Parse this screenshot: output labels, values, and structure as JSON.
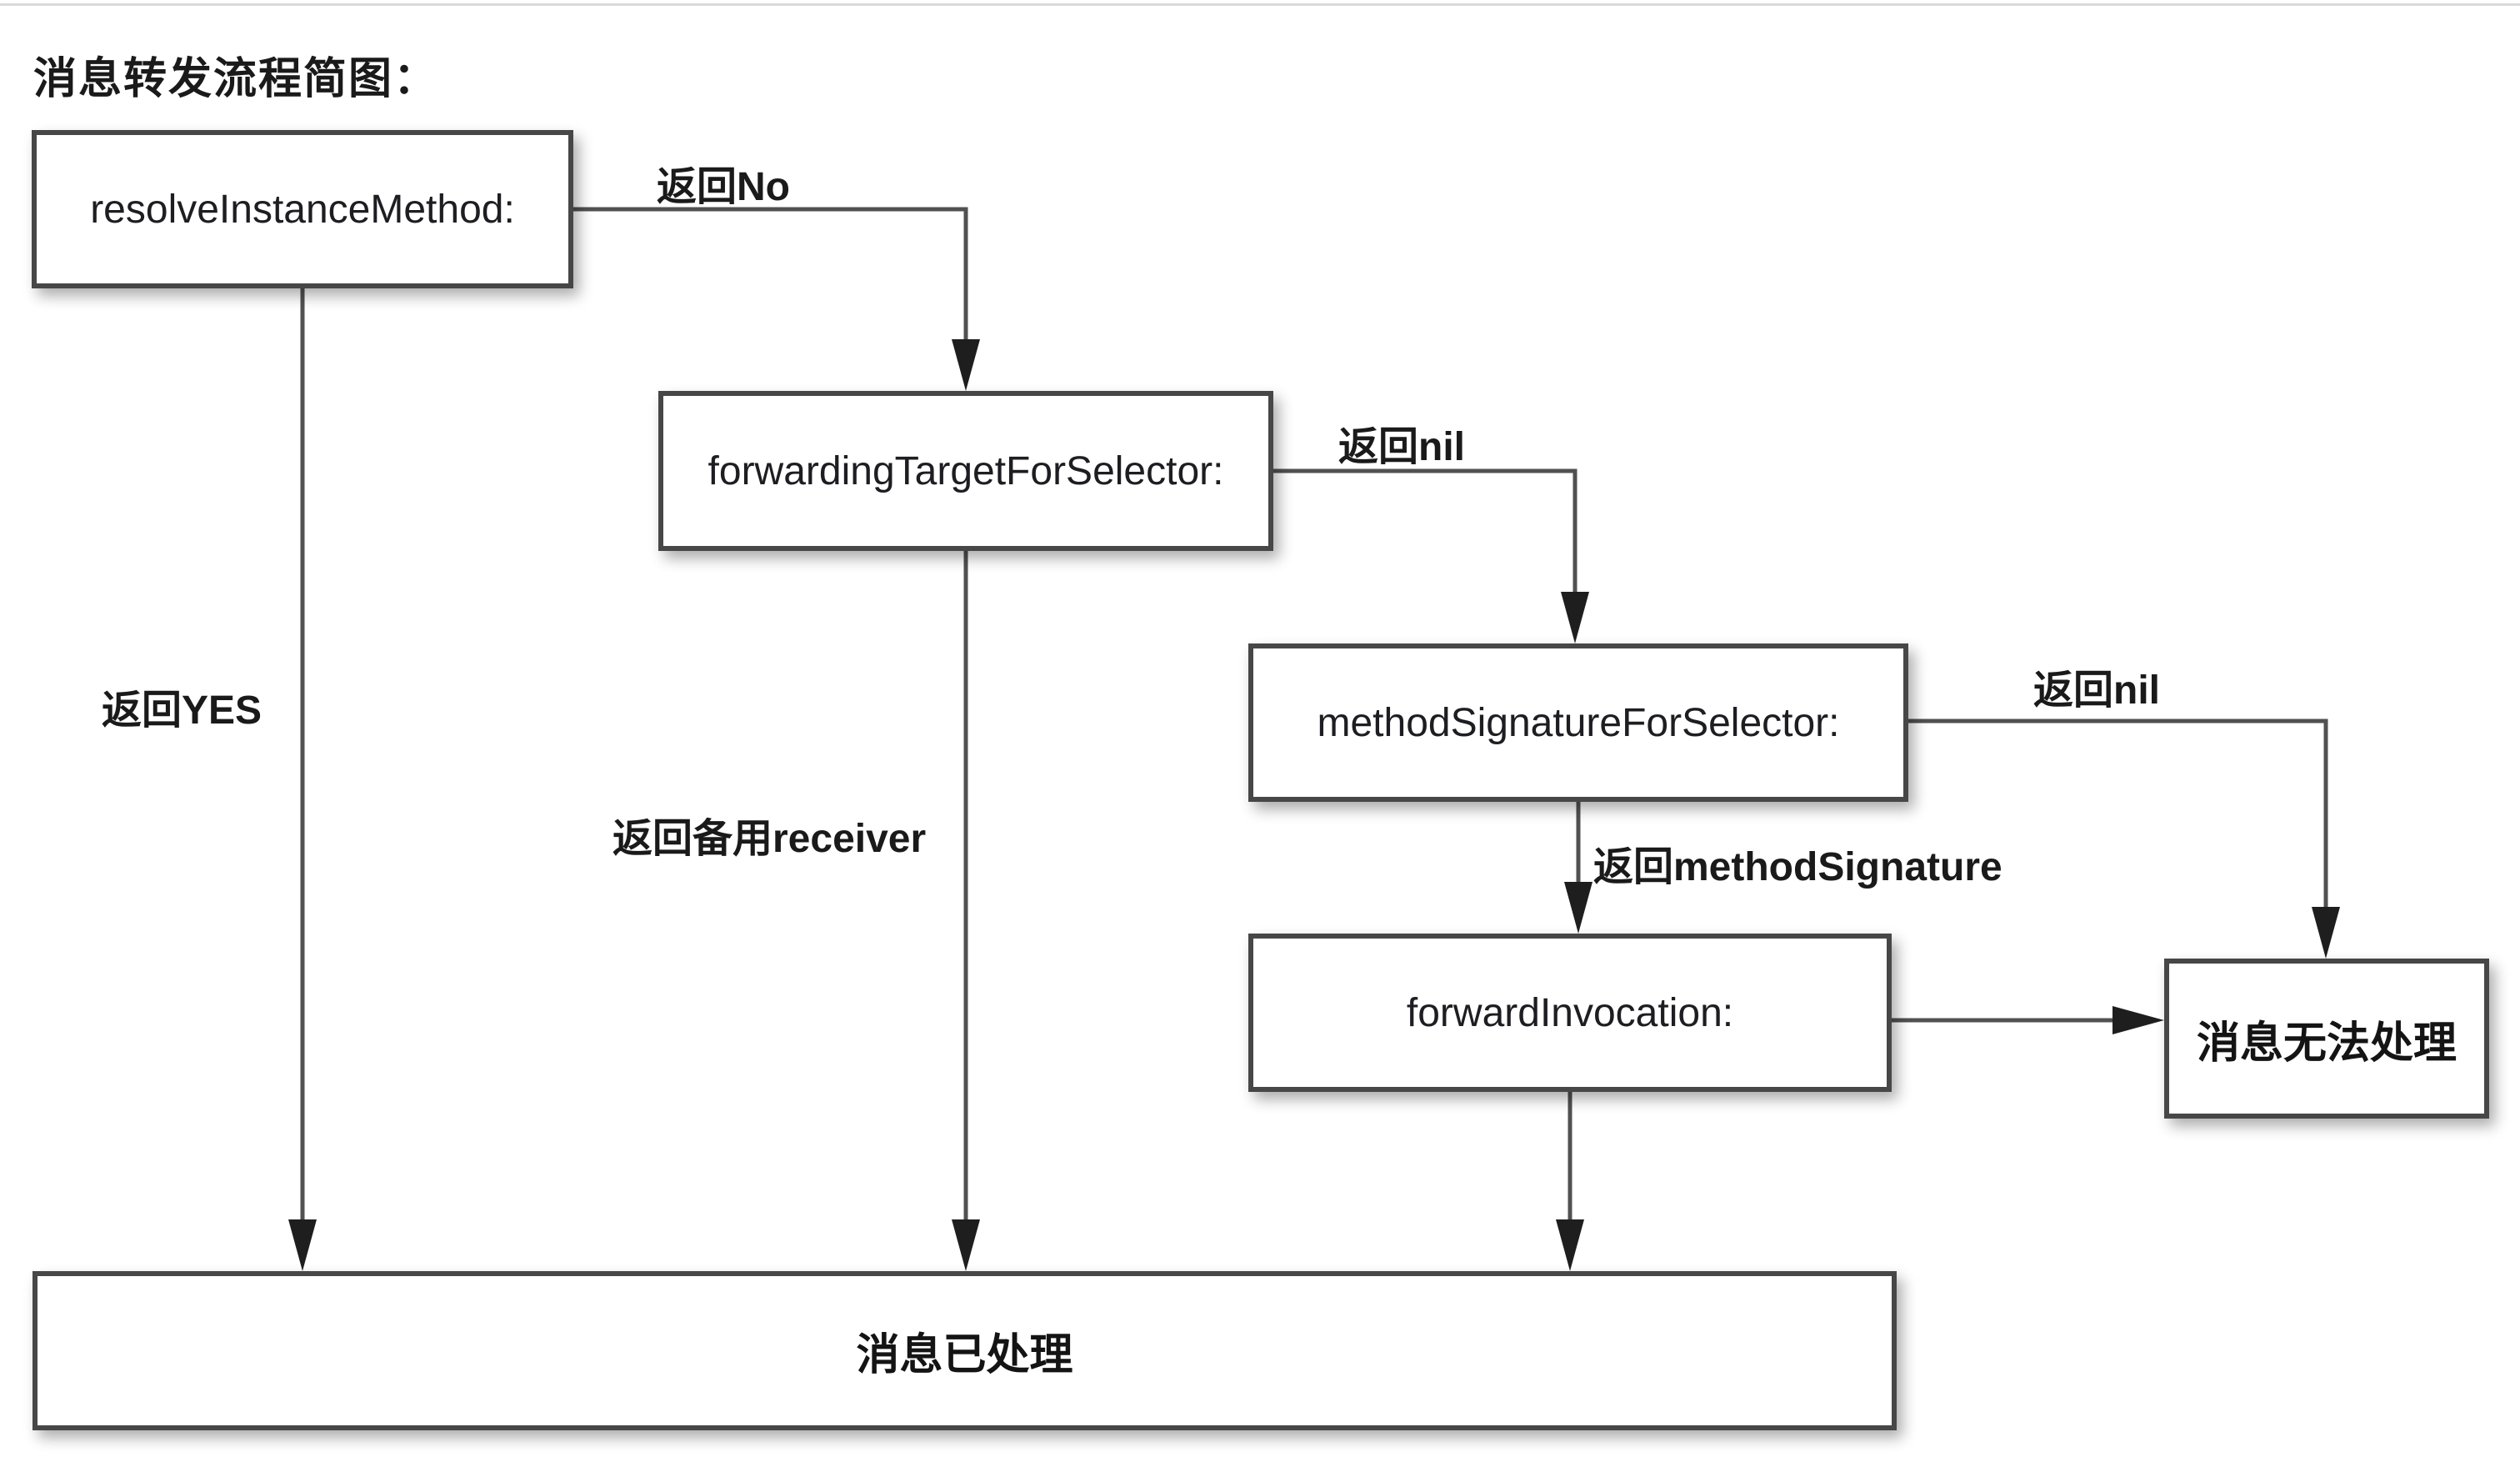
{
  "title": "消息转发流程简图：",
  "colors": {
    "background": "#ffffff",
    "box_fill": "#ffffff",
    "box_border": "#474747",
    "connector_line": "#515151",
    "arrowhead": "#1e1e1e",
    "text": "#1a1a1a",
    "top_edge_line": "#d9d9d9"
  },
  "diagram": {
    "type": "flowchart",
    "nodes": [
      {
        "id": "resolve-instance-method",
        "label": "resolveInstanceMethod:"
      },
      {
        "id": "forwarding-target-for-selector",
        "label": "forwardingTargetForSelector:"
      },
      {
        "id": "method-signature-for-selector",
        "label": "methodSignatureForSelector:"
      },
      {
        "id": "forward-invocation",
        "label": "forwardInvocation:"
      },
      {
        "id": "message-unhandled",
        "label": "消息无法处理"
      },
      {
        "id": "message-handled",
        "label": "消息已处理"
      }
    ],
    "edges": [
      {
        "from": "resolve-instance-method",
        "to": "forwarding-target-for-selector",
        "label": "返回No"
      },
      {
        "from": "resolve-instance-method",
        "to": "message-handled",
        "label": "返回YES"
      },
      {
        "from": "forwarding-target-for-selector",
        "to": "method-signature-for-selector",
        "label": "返回nil"
      },
      {
        "from": "forwarding-target-for-selector",
        "to": "message-handled",
        "label": "返回备用receiver"
      },
      {
        "from": "method-signature-for-selector",
        "to": "message-unhandled",
        "label": "返回nil"
      },
      {
        "from": "method-signature-for-selector",
        "to": "forward-invocation",
        "label": "返回methodSignature"
      },
      {
        "from": "forward-invocation",
        "to": "message-unhandled",
        "label": ""
      },
      {
        "from": "forward-invocation",
        "to": "message-handled",
        "label": ""
      }
    ]
  }
}
